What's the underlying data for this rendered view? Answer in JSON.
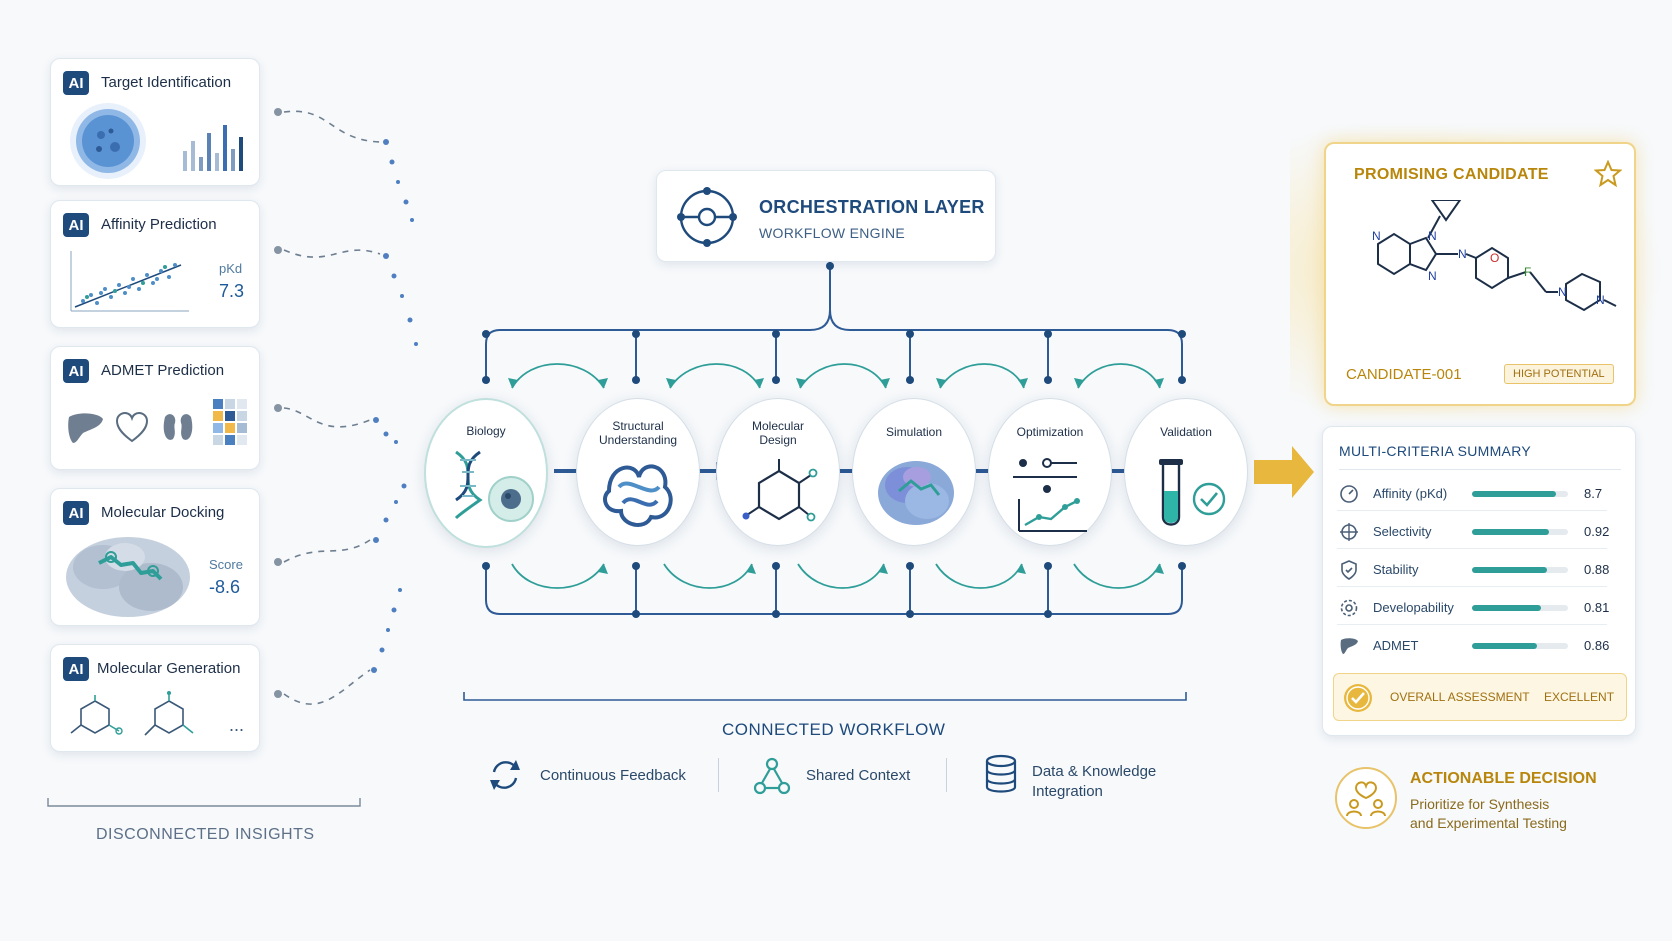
{
  "left_panel": {
    "cards": [
      {
        "badge": "AI",
        "title": "Target Identification"
      },
      {
        "badge": "AI",
        "title": "Affinity Prediction",
        "metric_label": "pKd",
        "metric_value": "7.3"
      },
      {
        "badge": "AI",
        "title": "ADMET Prediction"
      },
      {
        "badge": "AI",
        "title": "Molecular Docking",
        "metric_label": "Score",
        "metric_value": "-8.6"
      },
      {
        "badge": "AI",
        "title": "Molecular Generation",
        "ellipsis": "..."
      }
    ],
    "caption": "DISCONNECTED INSIGHTS"
  },
  "orchestration": {
    "title": "ORCHESTRATION LAYER",
    "subtitle": "WORKFLOW ENGINE"
  },
  "workflow": {
    "stages": [
      {
        "label": "Biology"
      },
      {
        "label": "Structural Understanding"
      },
      {
        "label": "Molecular Design"
      },
      {
        "label": "Simulation"
      },
      {
        "label": "Optimization"
      },
      {
        "label": "Validation"
      }
    ],
    "caption": "CONNECTED WORKFLOW",
    "legend": [
      {
        "icon": "refresh-icon",
        "label": "Continuous Feedback"
      },
      {
        "icon": "network-icon",
        "label": "Shared Context"
      },
      {
        "icon": "database-icon",
        "label": "Data & Knowledge Integration"
      }
    ]
  },
  "candidate": {
    "header": "PROMISING CANDIDATE",
    "id": "CANDIDATE-001",
    "badge": "HIGH POTENTIAL",
    "atoms": [
      "N",
      "N",
      "N",
      "N",
      "O",
      "F",
      "N",
      "N"
    ]
  },
  "summary": {
    "title": "MULTI-CRITERIA SUMMARY",
    "criteria": [
      {
        "icon": "gauge-icon",
        "label": "Affinity (pKd)",
        "value": "8.7",
        "fraction": 0.87
      },
      {
        "icon": "crosshair-icon",
        "label": "Selectivity",
        "value": "0.92",
        "fraction": 0.8
      },
      {
        "icon": "shield-icon",
        "label": "Stability",
        "value": "0.88",
        "fraction": 0.78
      },
      {
        "icon": "gear-icon",
        "label": "Developability",
        "value": "0.81",
        "fraction": 0.72
      },
      {
        "icon": "liver-icon",
        "label": "ADMET",
        "value": "0.86",
        "fraction": 0.68
      }
    ],
    "overall_label": "OVERALL ASSESSMENT",
    "overall_value": "EXCELLENT"
  },
  "decision": {
    "title": "ACTIONABLE DECISION",
    "text_line1": "Prioritize for Synthesis",
    "text_line2": "and Experimental Testing"
  },
  "colors": {
    "navy": "#1e4a7c",
    "teal": "#2f9e98",
    "gold": "#b8860b"
  }
}
